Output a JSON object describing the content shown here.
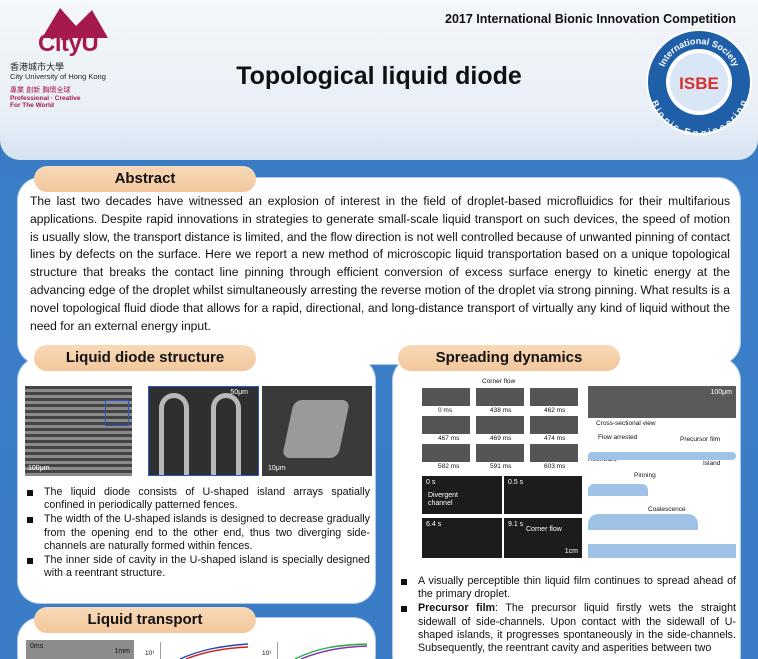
{
  "header": {
    "competition": "2017 International Bionic Innovation Competition",
    "title": "Topological liquid diode"
  },
  "cityu_logo": {
    "name": "CityU",
    "chinese": "香港城市大學",
    "english": "City University of Hong Kong",
    "chinese_motto": "專業 創新 胸懷全球",
    "tagline_1": "Professional · Creative",
    "tagline_2": "For The World",
    "colors": {
      "brand": "#a6194d"
    }
  },
  "isbe_logo": {
    "ring_text_top": "International Society",
    "ring_text_bottom": "Bionic Engineering",
    "center": "ISBE"
  },
  "abstract": {
    "heading": "Abstract",
    "text": "The last two decades have witnessed an explosion of interest in the field of droplet-based microfluidics for their multifarious applications. Despite rapid innovations in strategies to generate small-scale liquid transport on such devices, the speed of motion is usually slow, the transport distance is limited, and the flow direction is not well controlled because of unwanted pinning of contact lines by defects on the surface. Here we report a new method of microscopic liquid transportation based on a unique topological structure that breaks the contact line pinning through efficient conversion of excess surface energy to kinetic energy at the advancing edge of the droplet whilst simultaneously arresting the reverse motion of the droplet via strong pinning. What results is a novel topological fluid diode that allows for a rapid, directional, and long-distance transport of virtually any kind of liquid without the need for an external energy input."
  },
  "structure": {
    "heading": "Liquid diode structure",
    "scale_1": "100μm",
    "scale_2": "50μm",
    "scale_3": "10μm",
    "bullets": [
      "The liquid diode consists of U-shaped island arrays spatially confined in periodically patterned fences.",
      "The width of the U-shaped islands is designed to decrease gradually from the opening end to the other end, thus two diverging side-channels are naturally formed within fences.",
      "The inner side of cavity in the U-shaped island is specially designed with a reentrant structure."
    ]
  },
  "spreading": {
    "heading": "Spreading dynamics",
    "corner_flow": "Corner flow",
    "times": [
      "0 ms",
      "438 ms",
      "462 ms",
      "467 ms",
      "469 ms",
      "474 ms",
      "582 ms",
      "591 ms",
      "603 ms"
    ],
    "scale_100": "100μm",
    "cross_section": "Cross-sectional view",
    "flow_arrested": "Flow arrested",
    "precursor_film": "Precursor film",
    "reentrant": "Reentrant",
    "island": "Island",
    "pinning": "Pinning",
    "coalescence": "Coalescence",
    "bottom_times": [
      "0 s",
      "0.5 s",
      "6.4 s",
      "9.1 s"
    ],
    "divergent": "Divergent",
    "channel": "channel",
    "corner_flow_2": "Corner flow",
    "scale_1cm": "1cm",
    "bullet_1": "A visually perceptible thin liquid film continues to spread ahead of the primary droplet.",
    "bullet_2_label": "Precursor film",
    "bullet_2_text": ": The precursor liquid firstly wets the straight sidewall of side-channels. Upon contact with the sidewall of U-shaped islands, it progresses spontaneously in the side-channels. Subsequently, the reentrant cavity and asperities between two"
  },
  "transport": {
    "heading": "Liquid transport",
    "time_0": "0ms",
    "scale": "1mm",
    "axis_1": "10¹",
    "axis_2": "10¹"
  }
}
